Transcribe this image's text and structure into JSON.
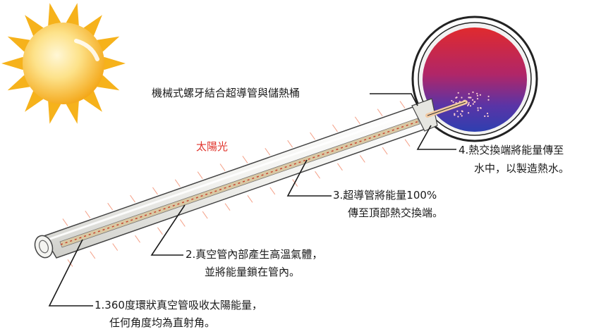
{
  "labels": {
    "top": "機械式螺牙結合超導管與儲熱桶",
    "sunlight": "太陽光",
    "step4_line1": "4.熱交換端將能量傳至",
    "step4_line2": "水中，以製造熱水。",
    "step3_line1": "3.超導管將能量100%",
    "step3_line2": "傳至頂部熱交換端。",
    "step2_line1": "2.真空管內部產生高溫氣體，",
    "step2_line2": "並將能量鎖在管內。",
    "step1_line1": "1.360度環狀真空管吸收太陽能量，",
    "step1_line2": "任何角度均為直射角。"
  },
  "colors": {
    "sun": "#f6b21b",
    "sun_core": "#fde9a3",
    "hot": "#e0322f",
    "cold": "#3c3ca8",
    "label_red": "#e0332b",
    "line": "#1a1a1a"
  }
}
